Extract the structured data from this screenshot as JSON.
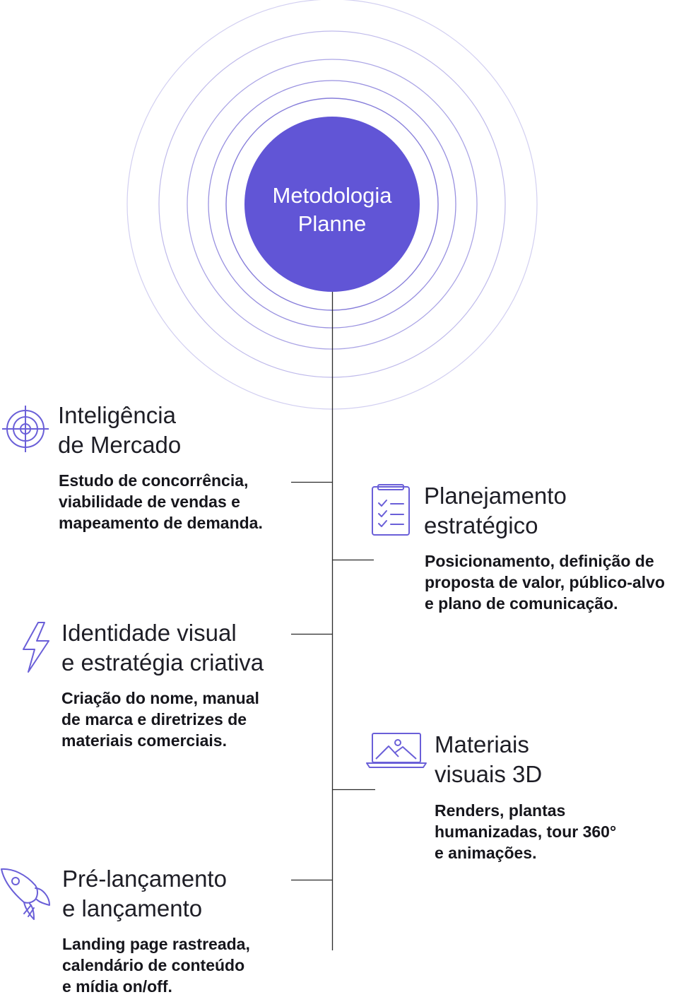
{
  "hub": {
    "lines": [
      "Metodologia",
      "Planne"
    ]
  },
  "colors": {
    "hub": "#6155d6",
    "ring": "#7f76d8",
    "stroke": "#6a5fd8",
    "line": "#2a2a2a"
  },
  "steps": [
    {
      "id": "inteligencia-de-mercado",
      "icon": "target-icon",
      "side": "left",
      "title": [
        "Inteligência",
        "de Mercado"
      ],
      "desc": [
        "Estudo de concorrência,",
        "viabilidade de vendas e",
        "mapeamento de demanda."
      ]
    },
    {
      "id": "planejamento-estrategico",
      "icon": "checklist-clipboard-icon",
      "side": "right",
      "title": [
        "Planejamento",
        "estratégico"
      ],
      "desc": [
        "Posicionamento, definição de",
        "proposta de valor, público-alvo",
        "e plano de comunicação."
      ]
    },
    {
      "id": "identidade-visual",
      "icon": "lightning-bolt-icon",
      "side": "left",
      "title": [
        "Identidade visual",
        "e estratégia criativa"
      ],
      "desc": [
        "Criação do nome, manual",
        "de marca e diretrizes de",
        "materiais comerciais."
      ]
    },
    {
      "id": "materiais-visuais-3d",
      "icon": "laptop-image-icon",
      "side": "right",
      "title": [
        "Materiais",
        "visuais 3D"
      ],
      "desc": [
        "Renders, plantas",
        "humanizadas, tour 360°",
        "e animações."
      ]
    },
    {
      "id": "pre-lancamento",
      "icon": "rocket-icon",
      "side": "left",
      "title": [
        "Pré-lançamento",
        "e lançamento"
      ],
      "desc": [
        "Landing page rastreada,",
        "calendário de conteúdo",
        "e mídia on/off."
      ]
    }
  ]
}
